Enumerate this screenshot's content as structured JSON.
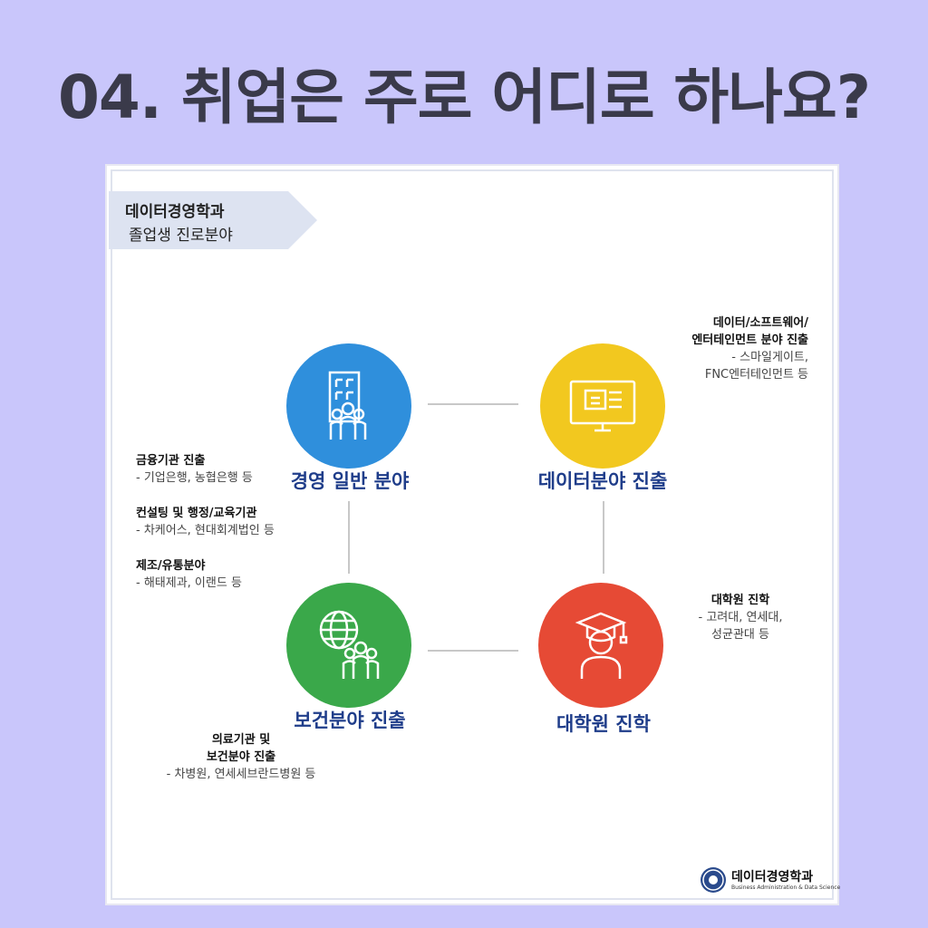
{
  "page": {
    "title": "04. 취업은 주로 어디로 하나요?"
  },
  "banner": {
    "line1": "데이터경영학과",
    "line2": "졸업생 진로분야"
  },
  "nodes": {
    "management": {
      "label": "경영 일반 분야",
      "color": "#2f8fdc",
      "icon": "building-people-icon"
    },
    "data": {
      "label": "데이터분야 진출",
      "color": "#f2c81f",
      "icon": "monitor-icon"
    },
    "health": {
      "label": "보건분야 진출",
      "color": "#3aa84a",
      "icon": "globe-people-icon"
    },
    "grad": {
      "label": "대학원 진학",
      "color": "#e64a35",
      "icon": "graduate-icon"
    }
  },
  "notes": {
    "finance": {
      "heading": "금융기관 진출",
      "detail": "- 기업은행, 농협은행 등"
    },
    "consulting": {
      "heading": "컨설팅 및 행정/교육기관",
      "detail": "- 차케어스, 현대회계법인 등"
    },
    "manufacturing": {
      "heading": "제조/유통분야",
      "detail": "- 해태제과, 이랜드 등"
    },
    "data": {
      "heading1": "데이터/소프트웨어/",
      "heading2": "엔터테인먼트 분야 진출",
      "detail1": "- 스마일게이트,",
      "detail2": "FNC엔터테인먼트 등"
    },
    "grad": {
      "heading": "대학원 진학",
      "detail1": "- 고려대, 연세대,",
      "detail2": "성균관대 등"
    },
    "health": {
      "heading1": "의료기관 및",
      "heading2": "보건분야 진출",
      "detail": "- 차병원, 연세세브란드병원 등"
    }
  },
  "logo": {
    "name": "데이터경영학과",
    "subtitle": "Business Administration & Data Science",
    "icon": "department-seal-icon"
  }
}
